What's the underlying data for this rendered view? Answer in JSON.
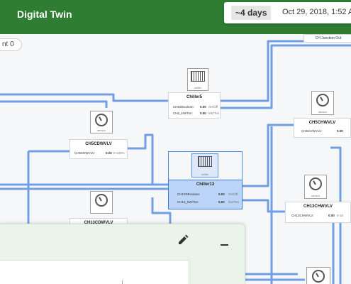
{
  "header": {
    "app_title": "Digital Twin",
    "time_range": "~4 days",
    "datetime": "Oct 29, 2018, 1:52 A",
    "colors": {
      "bar": "#2e7d32",
      "pipe": "#5b8fe0",
      "selection": "#3b7be0"
    }
  },
  "canvas": {
    "filter_pill": "nt 0",
    "junction_label": "CH Junction Out",
    "nodes": {
      "chiller5": {
        "icon_caption": "chiller",
        "title": "Chiller5",
        "rows": [
          {
            "key": "CH5SBoolean:",
            "value": "0.00",
            "unit": "On/Off"
          },
          {
            "key": "CH5_kW/Ton:",
            "value": "0.00",
            "unit": "kW/Ton"
          }
        ]
      },
      "ch5cdwvlv": {
        "icon_caption": "sensor",
        "title": "CH5CDWVLV",
        "rows": [
          {
            "key": "CH5CDWVLV:",
            "value": "0.00",
            "unit": "0-100%"
          }
        ]
      },
      "chiller13": {
        "icon_caption": "chiller",
        "title": "Chiller13",
        "rows": [
          {
            "key": "CH13SBoolean:",
            "value": "0.00",
            "unit": "On/Off"
          },
          {
            "key": "CH13_kW/Ton:",
            "value": "0.00",
            "unit": "kW/Ton"
          }
        ]
      },
      "ch5chwvlv": {
        "icon_caption": "sensor",
        "title": "CH5CHWVLV",
        "rows": [
          {
            "key": "CH5CHWVLV:",
            "value": "0.00",
            "unit": ""
          }
        ]
      },
      "ch13chwvlv": {
        "icon_caption": "sensor",
        "title": "CH13CHWVLV",
        "rows": [
          {
            "key": "CH13CHWVLV:",
            "value": "0.00",
            "unit": "0-10"
          }
        ]
      },
      "ch13cdwvlv": {
        "icon_caption": "sensor",
        "title": "CH13CDWVLV"
      }
    }
  },
  "panel": {
    "edit_icon": "pencil-icon",
    "minimize_icon": "minimize-icon"
  }
}
